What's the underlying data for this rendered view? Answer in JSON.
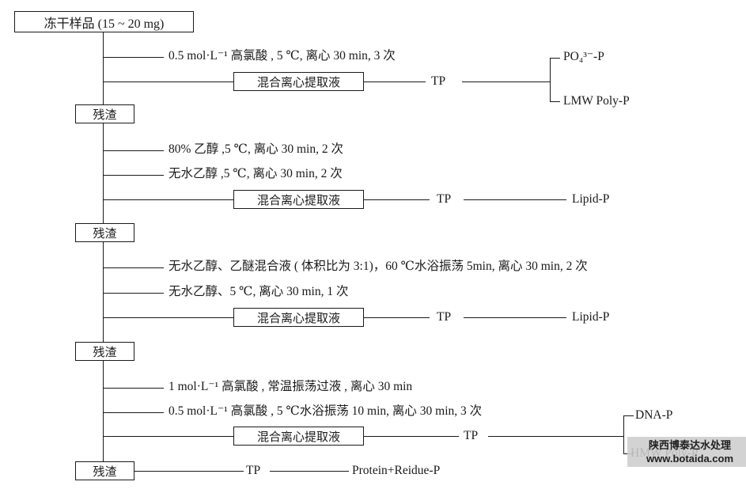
{
  "sample": {
    "label": "冻干样品 (15 ~ 20 mg)"
  },
  "residue": "残渣",
  "extract": "混合离心提取液",
  "tp": "TP",
  "reagents": [
    "0.5 mol·L⁻¹ 高氯酸 , 5 ℃, 离心 30 min, 3 次",
    "80% 乙醇 ,5 ℃, 离心 30 min, 2 次",
    "无水乙醇 ,5 ℃, 离心 30 min, 2 次",
    "无水乙醇、乙醚混合液 ( 体积比为 3:1)，60 ℃水浴振荡 5min, 离心 30 min, 2 次",
    "无水乙醇、5 ℃, 离心 30 min, 1 次",
    "1 mol·L⁻¹ 高氯酸 , 常温振荡过液 , 离心 30 min",
    "0.5 mol·L⁻¹ 高氯酸 , 5 ℃水浴振荡 10 min, 离心 30 min, 3 次"
  ],
  "products": {
    "po4": "PO₄³⁻-P",
    "lmw_poly": "LMW Poly-P",
    "lipid_1": "Lipid-P",
    "lipid_2": "Lipid-P",
    "dna": "DNA-P",
    "hmw_poly": "HMW Poly-P",
    "protein_residue": "Protein+Reidue-P"
  },
  "watermark": {
    "line1": "陕西博泰达水处理",
    "line2": "www.botaida.com"
  }
}
